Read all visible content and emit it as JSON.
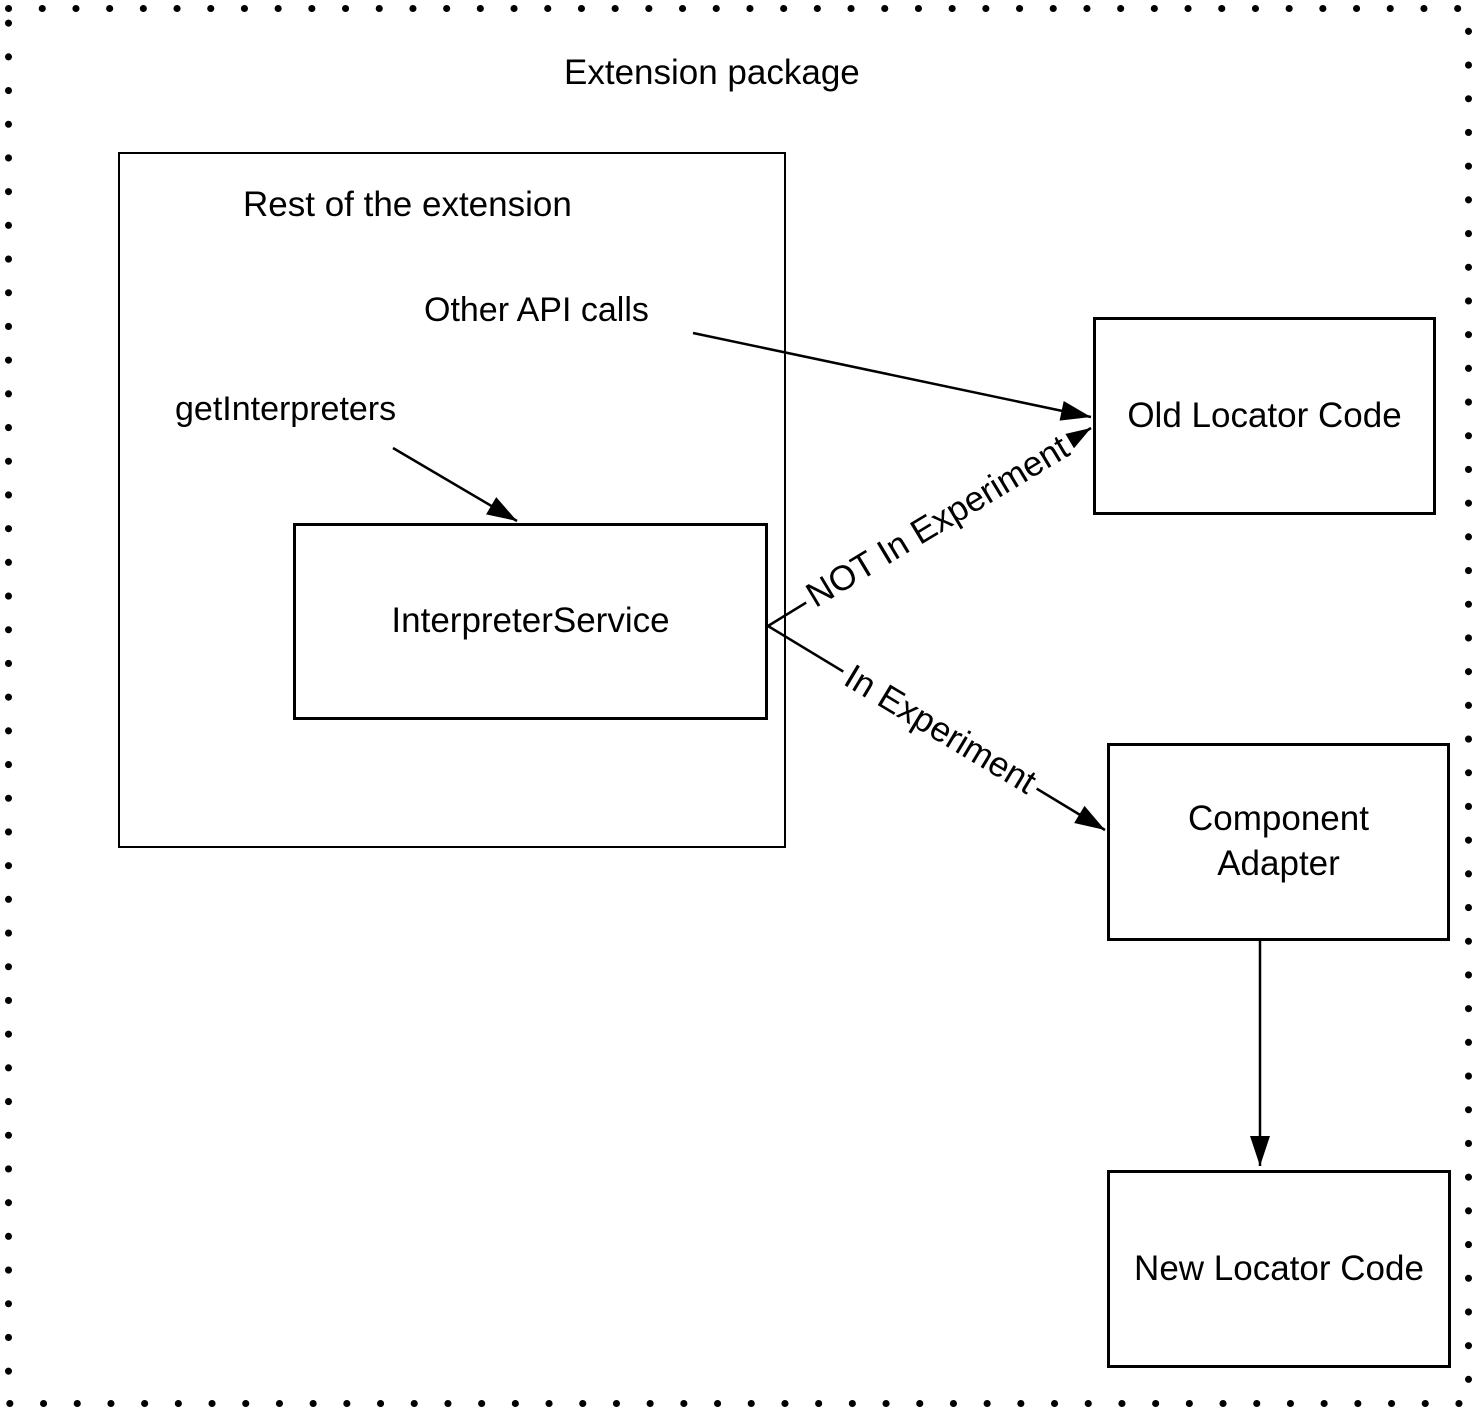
{
  "diagram": {
    "title": "Extension package",
    "group": {
      "label": "Rest of the extension"
    },
    "annotations": {
      "other_api_calls": "Other API calls",
      "get_interpreters": "getInterpreters"
    },
    "nodes": {
      "interpreter_service": {
        "label": "InterpreterService"
      },
      "old_locator": {
        "label": "Old Locator Code"
      },
      "component_adapter": {
        "lines": [
          "Component",
          "Adapter"
        ]
      },
      "new_locator": {
        "label": "New Locator Code"
      }
    },
    "edge_labels": {
      "not_in_experiment": "NOT In Experiment",
      "in_experiment": "In Experiment"
    },
    "colors": {
      "stroke": "#000000",
      "background": "#ffffff"
    }
  }
}
